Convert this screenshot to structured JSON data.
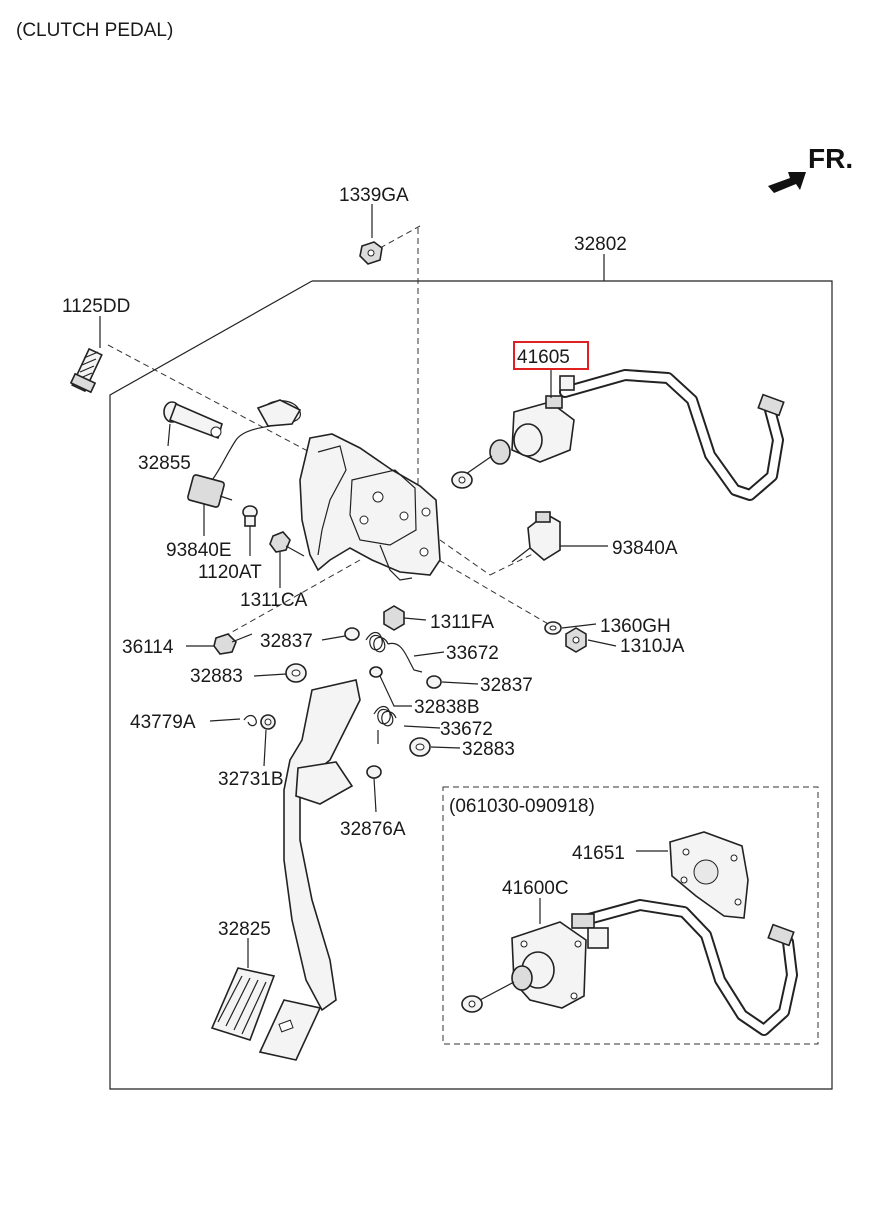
{
  "title": "(CLUTCH PEDAL)",
  "direction_label": "FR.",
  "inset_label": "(061030-090918)",
  "highlight_color": "#e02020",
  "labels": {
    "p1339GA": "1339GA",
    "p32802": "32802",
    "p1125DD": "1125DD",
    "p41605": "41605",
    "p32855": "32855",
    "p93840E": "93840E",
    "p1120AT": "1120AT",
    "p1311CA": "1311CA",
    "p93840A": "93840A",
    "p1311FA": "1311FA",
    "p1360GH": "1360GH",
    "p36114": "36114",
    "p32837a": "32837",
    "p33672a": "33672",
    "p1310JA": "1310JA",
    "p32883a": "32883",
    "p32837b": "32837",
    "p43779A": "43779A",
    "p32838B": "32838B",
    "p33672b": "33672",
    "p32883b": "32883",
    "p32731B": "32731B",
    "p32876A": "32876A",
    "p41651": "41651",
    "p41600C": "41600C",
    "p32825": "32825"
  }
}
